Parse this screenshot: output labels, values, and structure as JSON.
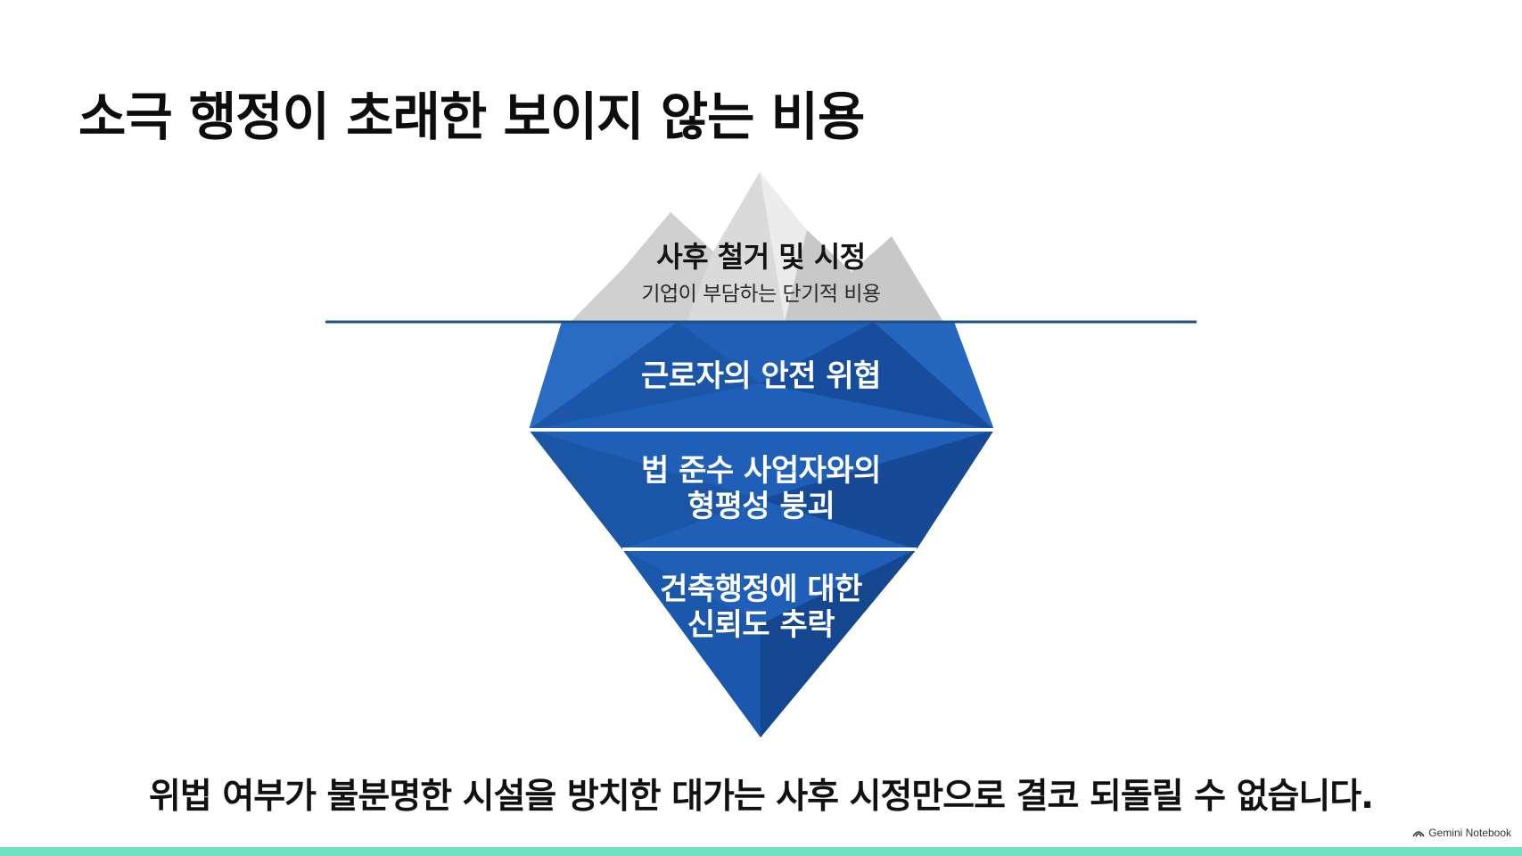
{
  "title": "소극 행정이 초래한 보이지 않는 비용",
  "iceberg": {
    "tip": {
      "title": "사후 철거 및 시정",
      "subtitle": "기업이 부담하는 단기적 비용"
    },
    "layers": [
      {
        "lines": [
          "근로자의 안전 위협"
        ]
      },
      {
        "lines": [
          "법 준수 사업자와의",
          "형평성 붕괴"
        ]
      },
      {
        "lines": [
          "건축행정에 대한",
          "신뢰도 추락"
        ]
      }
    ]
  },
  "caption": "위법 여부가 불분명한 시설을 방치한 대가는 사후 시정만으로 결코 되돌릴 수 없습니다.",
  "watermark": "Gemini Notebook",
  "colors": {
    "ice_blue": "#1f5fb8",
    "ice_dark": "#12458f",
    "waterline": "#1d4f8c",
    "tip_gray": "#d9d9d9",
    "accent_bar": "#6fe0c2"
  }
}
